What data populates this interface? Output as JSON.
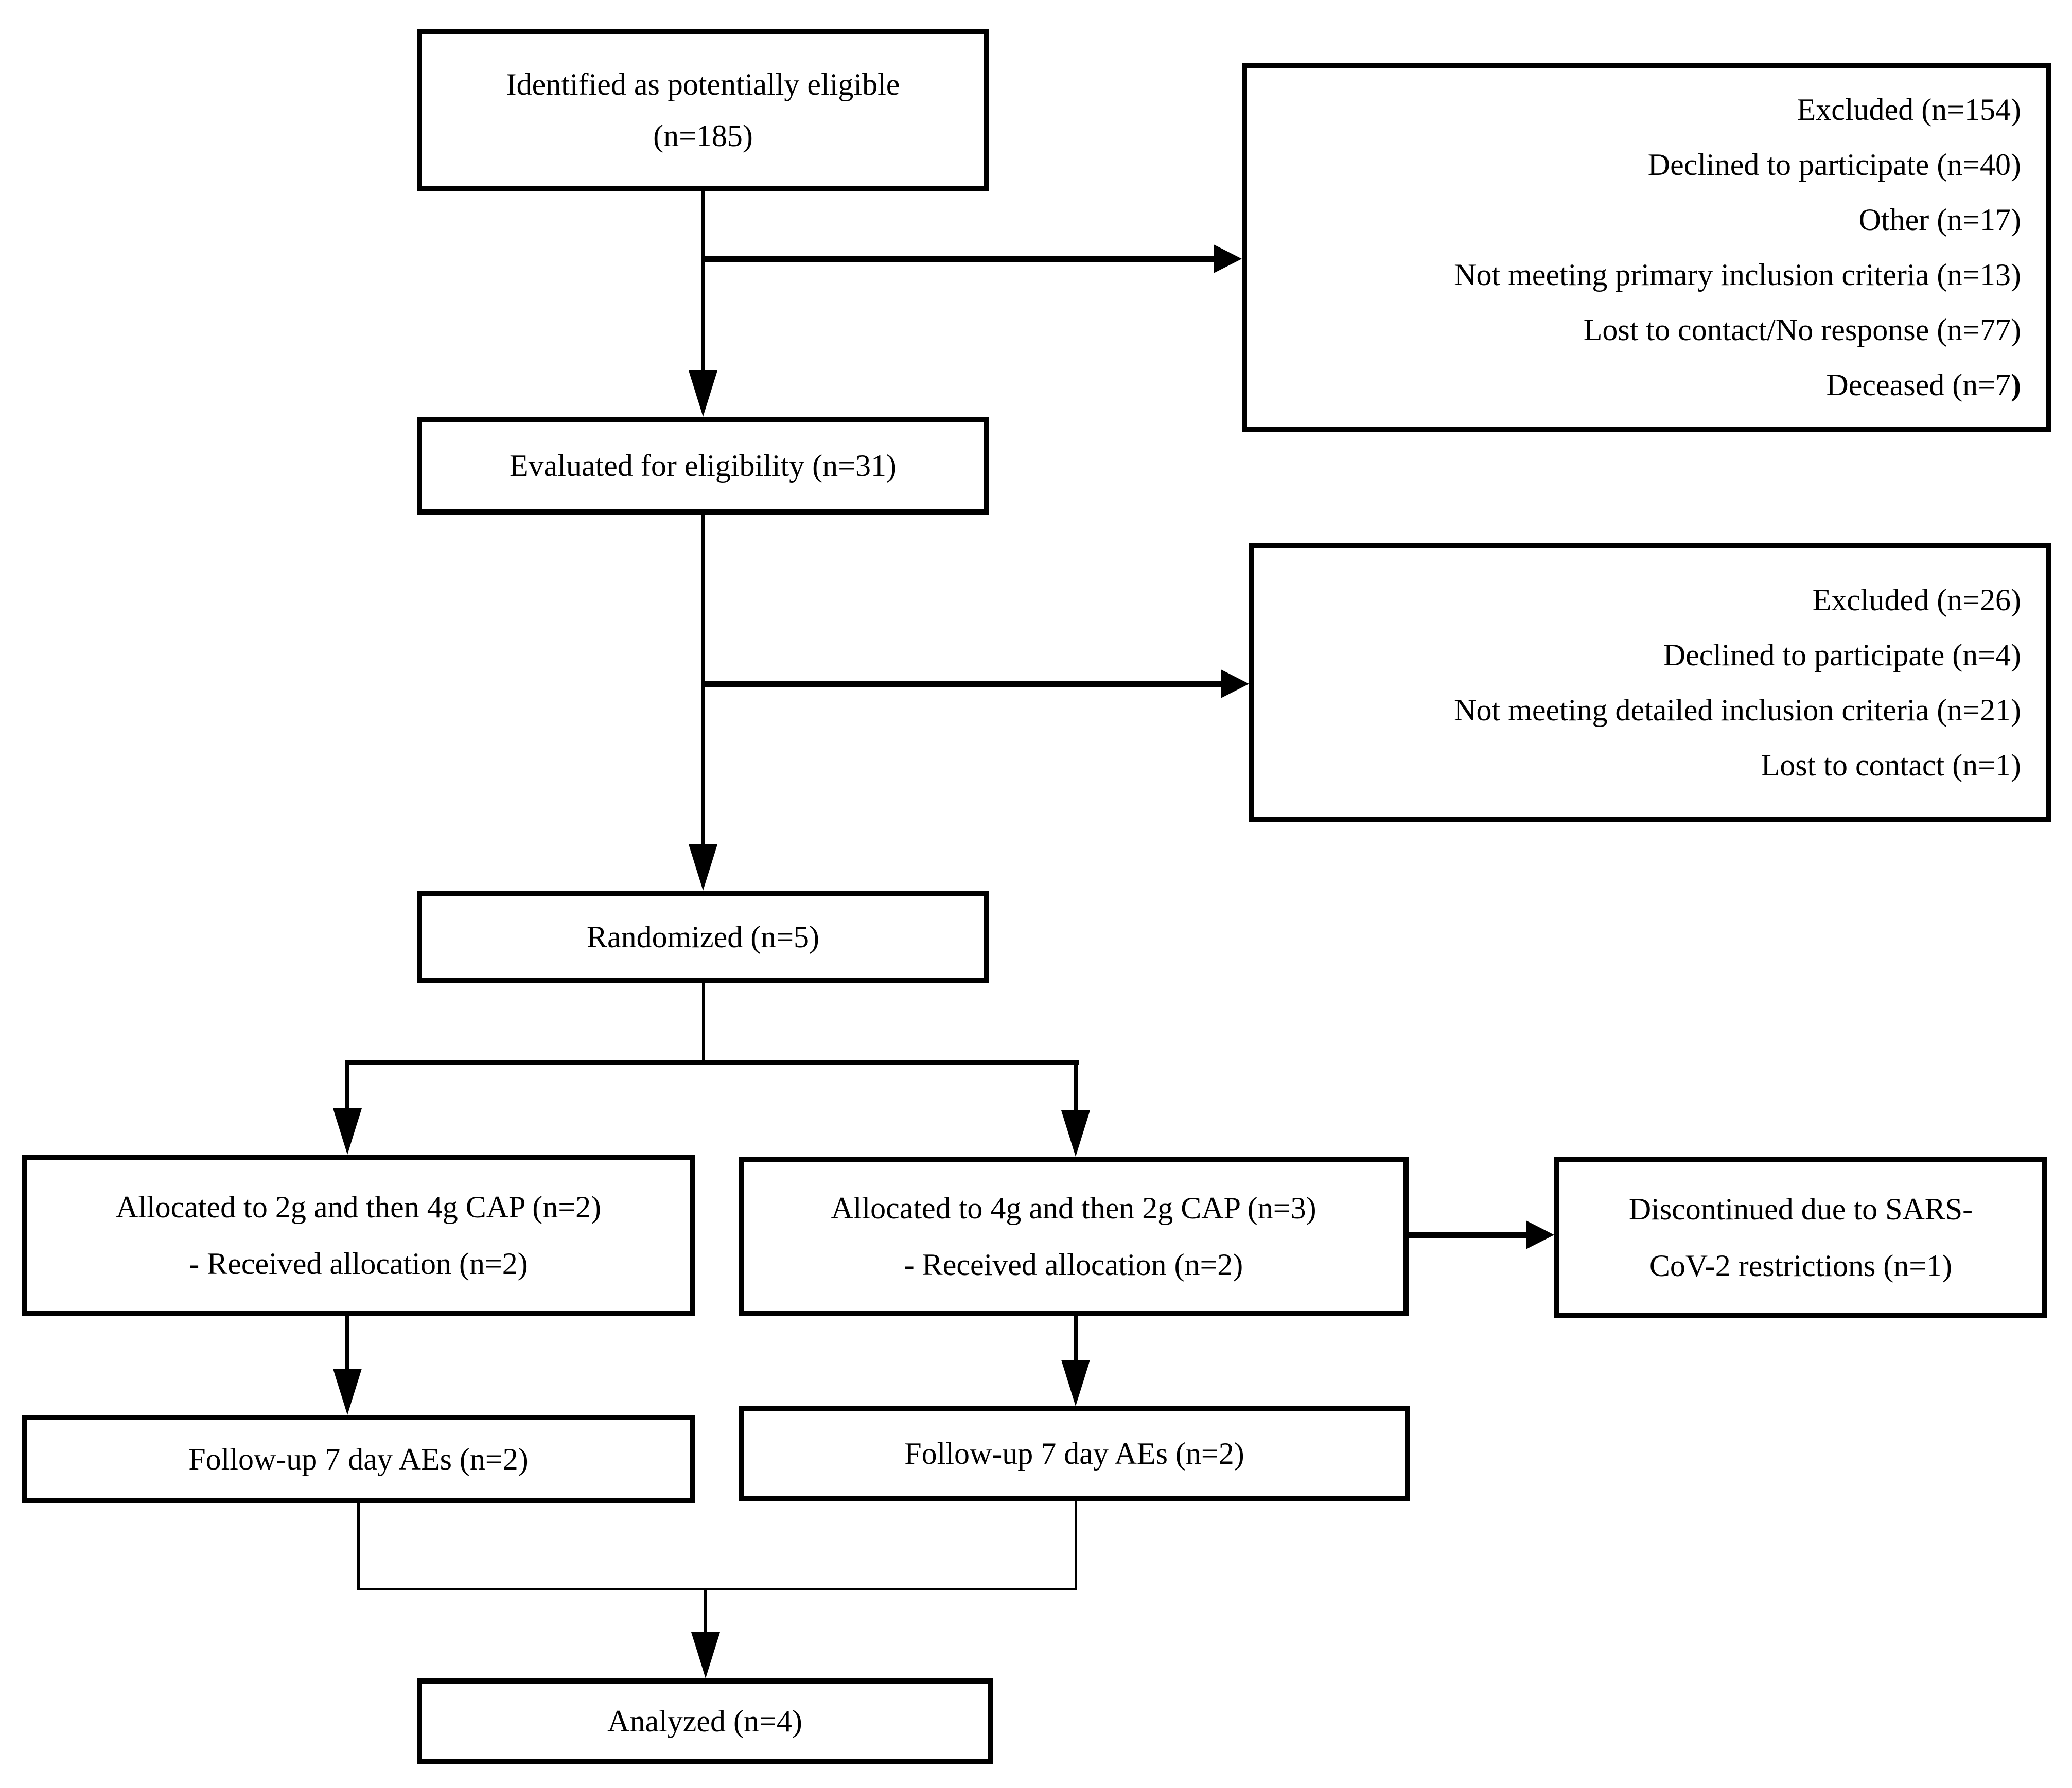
{
  "colors": {
    "background": "#ffffff",
    "line": "#000000",
    "text": "#000000"
  },
  "boxes": {
    "identified": {
      "lines": [
        "Identified as potentially eligible",
        "(n=185)"
      ]
    },
    "excluded_pre": {
      "lines": [
        "Excluded (n=154)",
        "Declined to participate (n=40)",
        "Other (n=17)",
        "Not meeting primary inclusion criteria (n=13)",
        "Lost to contact/No response (n=77)",
        "Deceased (n=7"
      ],
      "deceased_bold_tail": ")"
    },
    "evaluated": {
      "lines": [
        "Evaluated for eligibility (n=31)"
      ]
    },
    "excluded_eval": {
      "lines": [
        "Excluded (n=26)",
        "Declined to participate (n=4)",
        "Not meeting detailed inclusion criteria (n=21)",
        "Lost to contact (n=1)"
      ]
    },
    "randomized": {
      "lines": [
        "Randomized (n=5)"
      ]
    },
    "alloc_2g_4g": {
      "lines": [
        "Allocated to 2g and then 4g CAP (n=2)",
        "- Received allocation (n=2)"
      ]
    },
    "alloc_4g_2g": {
      "lines": [
        "Allocated to 4g and then 2g CAP (n=3)",
        "- Received allocation (n=2)"
      ]
    },
    "discontinued": {
      "lines": [
        "Discontinued due to SARS-",
        "CoV-2 restrictions (n=1)"
      ]
    },
    "followup_left": {
      "lines": [
        "Follow-up 7 day AEs (n=2)"
      ]
    },
    "followup_mid": {
      "lines": [
        "Follow-up 7 day AEs (n=2)"
      ]
    },
    "analyzed": {
      "lines": [
        "Analyzed (n=4)"
      ]
    }
  }
}
